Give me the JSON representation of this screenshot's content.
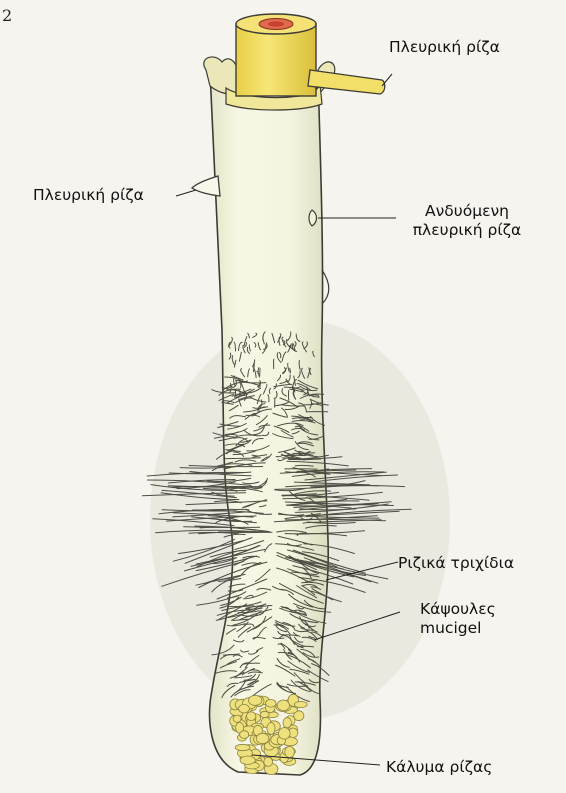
{
  "page": {
    "number": "2"
  },
  "figure": {
    "colors": {
      "background": "#f6f4ee",
      "root_fill": "#f3f3df",
      "root_outline": "#3c3c35",
      "stele_yellow": "#f2e064",
      "core_red": "#c8402f",
      "root_cap": "#eee07c",
      "shadow_gray": "#dedbd2"
    }
  },
  "labels": {
    "lateral_root_top": "Πλευρική ρίζα",
    "lateral_root_left": "Πλευρική ρίζα",
    "emerging_lateral_line1": "Ανδυόμενη",
    "emerging_lateral_line2": "πλευρική ρίζα",
    "root_hairs": "Ριζικά τριχίδια",
    "mucigel_line1": "Κάψουλες",
    "mucigel_line2": "mucigel",
    "root_cap": "Κάλυμα ρίζας"
  }
}
